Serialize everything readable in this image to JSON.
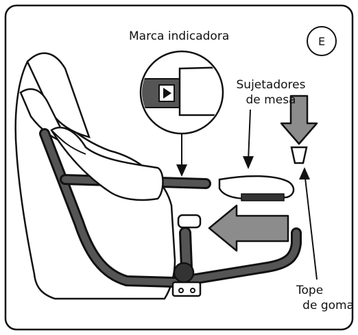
{
  "badge": "E",
  "labels": {
    "indicator_mark": "Marca indicadora",
    "table_clamps_line1": "Sujetadores",
    "table_clamps_line2": "de mesa",
    "rubber_stop_line1": "Tope",
    "rubber_stop_line2": "de goma"
  },
  "colors": {
    "outline": "#111111",
    "frame_fill": "#555555",
    "arrow_fill": "#8c8c8c",
    "background": "#ffffff"
  }
}
